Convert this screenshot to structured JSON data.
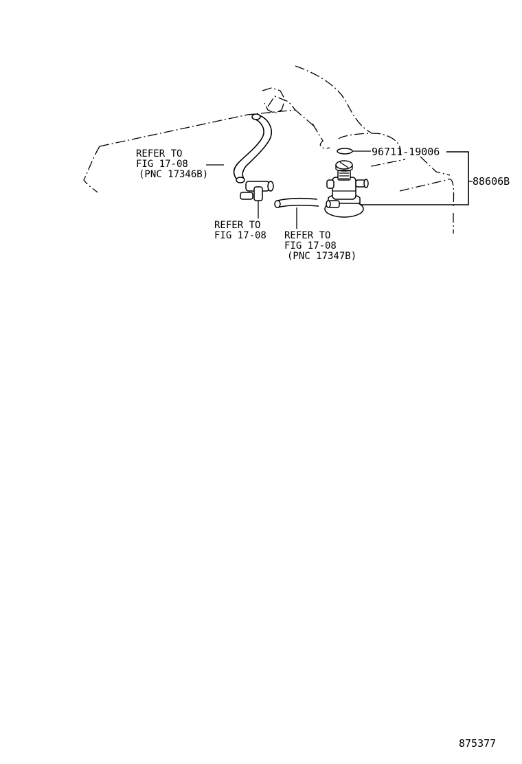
{
  "labels": {
    "refer_1": {
      "line1": "REFER TO",
      "line2": "FIG 17-08",
      "line3": "(PNC 17346B)"
    },
    "refer_2": {
      "line1": "REFER TO",
      "line2": "FIG 17-08"
    },
    "refer_3": {
      "line1": "REFER TO",
      "line2": "FIG 17-08",
      "line3": "(PNC 17347B)"
    },
    "part_oring": "96711-19006",
    "part_assembly": "88606B",
    "figure_number": "875377"
  }
}
